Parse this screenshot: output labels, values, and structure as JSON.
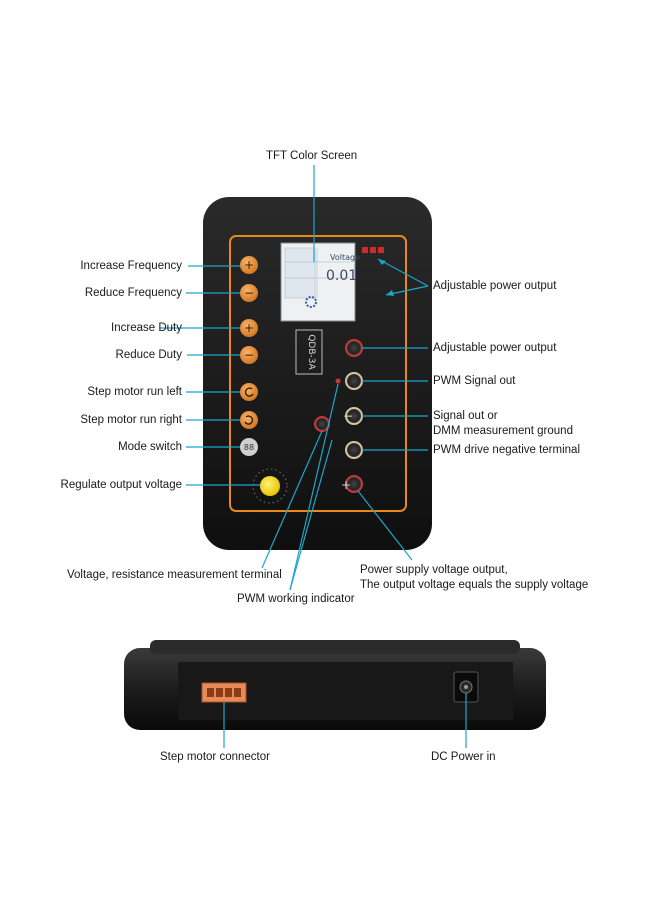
{
  "labels": {
    "tft_screen": "TFT Color  Screen",
    "increase_frequency": "Increase Frequency",
    "reduce_frequency": "Reduce Frequency",
    "increase_duty": "Increase Duty",
    "reduce_duty": "Reduce Duty",
    "step_left": "Step motor run left",
    "step_right": "Step motor run right",
    "mode_switch": "Mode switch",
    "regulate_voltage": "Regulate output voltage",
    "adj_power_out_1": "Adjustable power output",
    "adj_power_out_2": "Adjustable power output",
    "pwm_signal_out": "PWM Signal out",
    "signal_out_line1": "Signal out or",
    "signal_out_line2": "DMM measurement ground",
    "pwm_drive_neg": "PWM drive negative terminal",
    "voltage_measure": "Voltage, resistance measurement terminal",
    "pwm_indicator": "PWM working indicator",
    "supply_out_line1": "Power supply voltage output,",
    "supply_out_line2": "The output voltage equals the supply voltage",
    "step_connector": "Step motor connector",
    "dc_power_in": "DC Power in"
  },
  "device": {
    "model": "QDB-3A",
    "screen_value": "0.01",
    "screen_unit": "Voltage",
    "plus_sign": "+",
    "minus_sign": "−",
    "plus_sign2": "+",
    "minus_sign2": "−",
    "minus_terminal": "−",
    "plus_terminal": "+",
    "mode_glyph": "88"
  },
  "colors": {
    "accent": "#e8891a",
    "line": "#1aa7c9",
    "body": "#151515"
  }
}
